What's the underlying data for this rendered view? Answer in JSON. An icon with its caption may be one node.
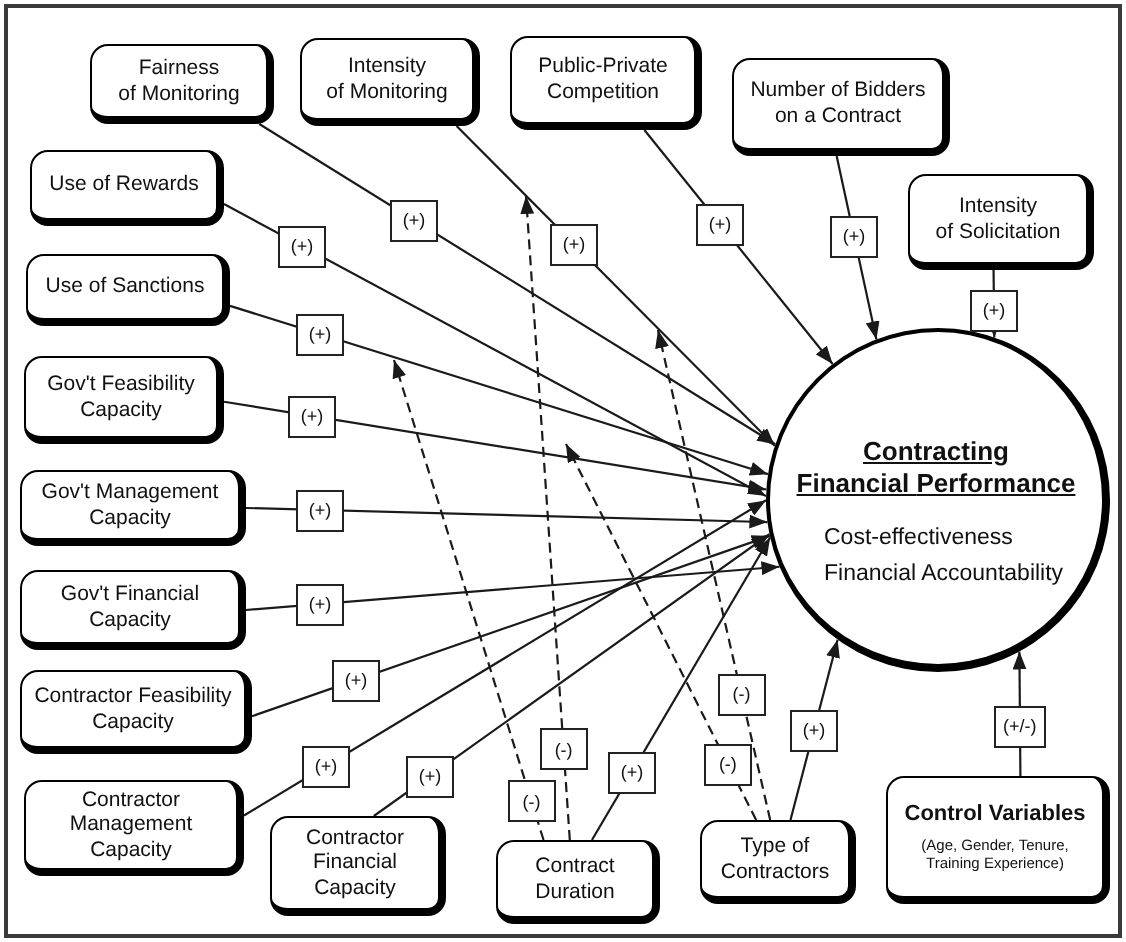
{
  "diagram": {
    "nodes": [
      {
        "text": [
          "Fairness of Monitoring"
        ]
      },
      {
        "text": [
          "Intensity of Monitoring"
        ]
      },
      {
        "text": [
          "Public-Private Competition"
        ]
      },
      {
        "text": [
          "Number of Bidders on a Contract"
        ]
      },
      {
        "text": [
          "Intensity of Solicitation"
        ]
      },
      {
        "text": [
          "Use of Rewards"
        ]
      },
      {
        "text": [
          "Use of Sanctions"
        ]
      },
      {
        "text": [
          "Gov't Feasibility Capacity"
        ]
      },
      {
        "text": [
          "Gov't Management Capacity"
        ]
      },
      {
        "text": [
          "Gov't Financial Capacity"
        ]
      },
      {
        "text": [
          "Contractor Feasibility Capacity"
        ]
      },
      {
        "text": [
          "Contractor Management Capacity"
        ]
      },
      {
        "text": [
          "Contractor Financial Capacity"
        ]
      },
      {
        "text": [
          "Contract Duration"
        ]
      },
      {
        "text": [
          "Type of Contractors"
        ]
      },
      {
        "text": [
          "Control Variables",
          "(Age, Gender, Tenure, Training Experience)"
        ]
      },
      {
        "text": [
          "Contracting Financial Performance",
          "Cost-effectiveness",
          "Financial Accountability"
        ]
      }
    ],
    "edges": [
      {
        "from": 0,
        "to": 16,
        "arrow": "to",
        "label": "(+)"
      },
      {
        "from": 1,
        "to": 16,
        "arrow": "to",
        "label": "(+)"
      },
      {
        "from": 2,
        "to": 16,
        "arrow": "to",
        "label": "(+)"
      },
      {
        "from": 3,
        "to": 16,
        "arrow": "to",
        "label": "(+)"
      },
      {
        "from": 4,
        "to": 16,
        "arrow": "to",
        "label": "(+)"
      },
      {
        "from": 5,
        "to": 16,
        "arrow": "to",
        "label": "(+)"
      },
      {
        "from": 6,
        "to": 16,
        "arrow": "to",
        "label": "(+)"
      },
      {
        "from": 7,
        "to": 16,
        "arrow": "to",
        "label": "(+)"
      },
      {
        "from": 8,
        "to": 16,
        "arrow": "to",
        "label": "(+)"
      },
      {
        "from": 9,
        "to": 16,
        "arrow": "to",
        "label": "(+)"
      },
      {
        "from": 10,
        "to": 16,
        "arrow": "to",
        "label": "(+)"
      },
      {
        "from": 11,
        "to": 16,
        "arrow": "to",
        "label": "(+)"
      },
      {
        "from": 12,
        "to": 16,
        "arrow": "to",
        "label": "(+)"
      },
      {
        "from": 13,
        "to": 16,
        "arrow": "to",
        "label": "(+)"
      },
      {
        "from": 13,
        "to": null,
        "arrow": "to",
        "label": "(-)",
        "style": "dashed"
      },
      {
        "from": 13,
        "to": null,
        "arrow": "to",
        "label": "(-)",
        "style": "dashed"
      },
      {
        "from": 14,
        "to": 16,
        "arrow": "to",
        "label": "(+)"
      },
      {
        "from": 14,
        "to": null,
        "arrow": "to",
        "label": "(-)",
        "style": "dashed"
      },
      {
        "from": 14,
        "to": null,
        "arrow": "to",
        "label": "(-)",
        "style": "dashed"
      },
      {
        "from": 15,
        "to": 16,
        "arrow": "to",
        "label": "(+/-)"
      }
    ]
  }
}
